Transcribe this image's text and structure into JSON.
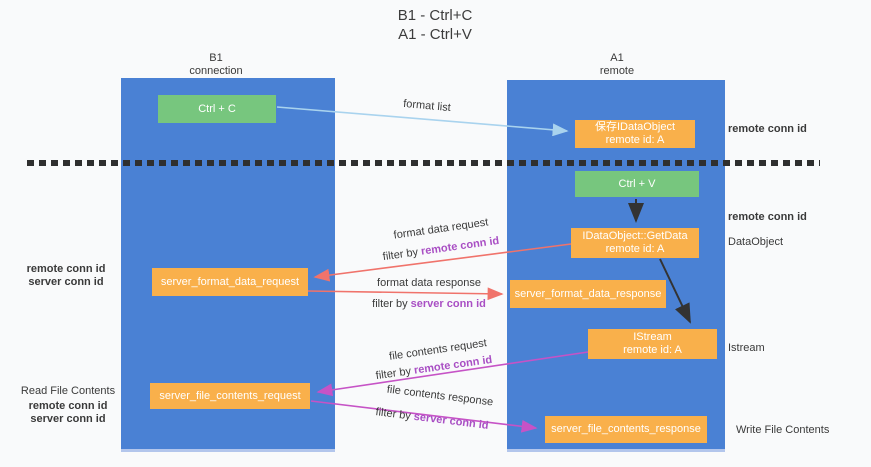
{
  "title": {
    "line1": "B1 - Ctrl+C",
    "line2": "A1 - Ctrl+V"
  },
  "lanes": {
    "left": {
      "name": "B1",
      "role": "connection"
    },
    "right": {
      "name": "A1",
      "role": "remote"
    }
  },
  "nodes": {
    "ctrl_c": {
      "label": "Ctrl + C"
    },
    "save_dataobject": {
      "line1": "保存IDataObject",
      "line2": "remote id: A"
    },
    "ctrl_v": {
      "label": "Ctrl + V"
    },
    "getdata": {
      "line1": "IDataObject::GetData",
      "line2": "remote id: A"
    },
    "format_request": {
      "label": "server_format_data_request"
    },
    "format_response": {
      "label": "server_format_data_response"
    },
    "istream": {
      "line1": "IStream",
      "line2": "remote id: A"
    },
    "file_request": {
      "label": "server_file_contents_request"
    },
    "file_response": {
      "label": "server_file_contents_response"
    }
  },
  "edges": {
    "format_list": {
      "label": "format list"
    },
    "format_data_request": {
      "label": "format data request",
      "filter_prefix": "filter by ",
      "filter_key": "remote conn id"
    },
    "format_data_response": {
      "label": "format data response",
      "filter_prefix": "filter by ",
      "filter_key": "server conn id"
    },
    "file_contents_request": {
      "label": "file contents request",
      "filter_prefix": "filter by ",
      "filter_key": "remote conn id"
    },
    "file_contents_response": {
      "label": "file contents response",
      "filter_prefix": "filter by ",
      "filter_key": "server conn id"
    }
  },
  "annotations": {
    "right_remote_conn_id_top": "remote conn id",
    "right_remote_conn_id_mid": "remote conn id",
    "dataobject": "DataObject",
    "istream": "Istream",
    "write_file_contents": "Write File Contents",
    "read_file_contents": "Read File Contents",
    "left_top": {
      "remote": "remote conn id",
      "server": "server conn id"
    },
    "left_bottom": {
      "remote": "remote conn id",
      "server": "server conn id"
    }
  },
  "colors": {
    "lane_blue": "#4a81d4",
    "green_box": "#77c67e",
    "orange_box": "#f9b04b",
    "arrow_light_blue": "#a9d3ee",
    "arrow_salmon": "#f0736b",
    "arrow_magenta": "#c653c6",
    "arrow_black": "#333333",
    "purple_text": "#a94fc4",
    "green_text": "#5fbe6a"
  }
}
